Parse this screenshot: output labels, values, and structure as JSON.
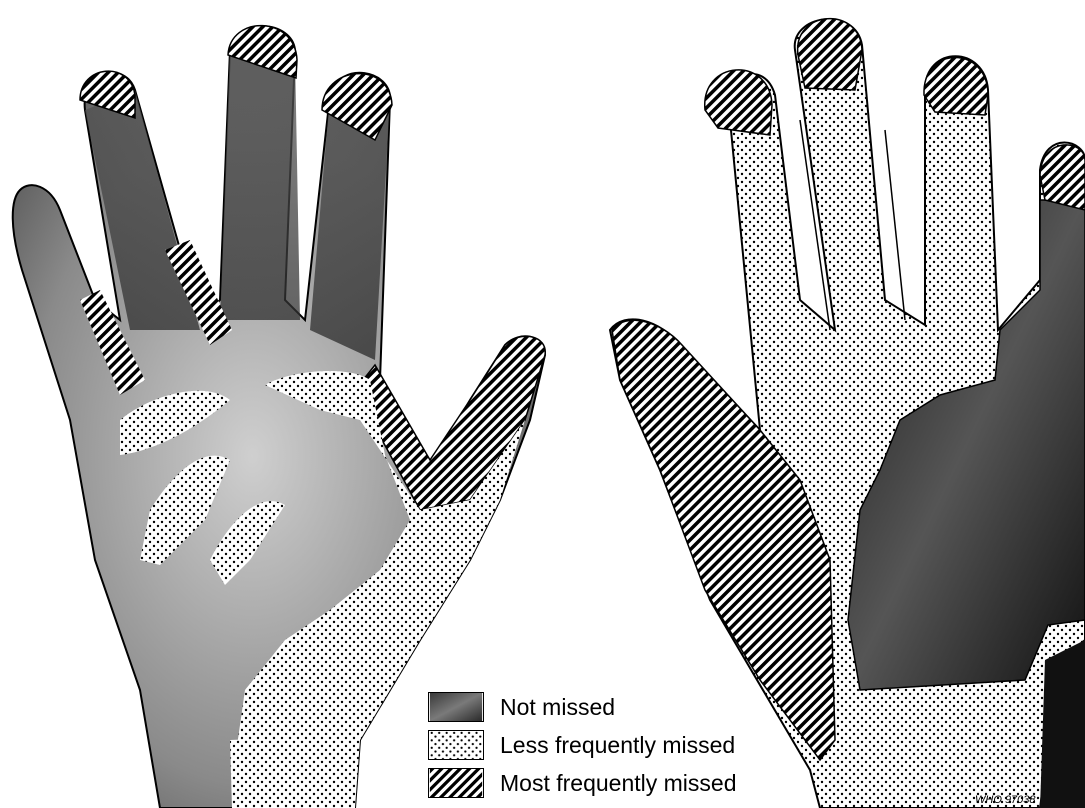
{
  "legend": {
    "items": [
      {
        "label": "Not missed",
        "key": "not_missed"
      },
      {
        "label": "Less frequently missed",
        "key": "less"
      },
      {
        "label": "Most frequently missed",
        "key": "most"
      }
    ]
  },
  "credit": "WHO 97038",
  "colors": {
    "ink": "#000000",
    "paper": "#ffffff",
    "skin_dark": "#2a2a2a",
    "skin_mid": "#7a7a7a",
    "skin_light": "#d8d8d8"
  }
}
